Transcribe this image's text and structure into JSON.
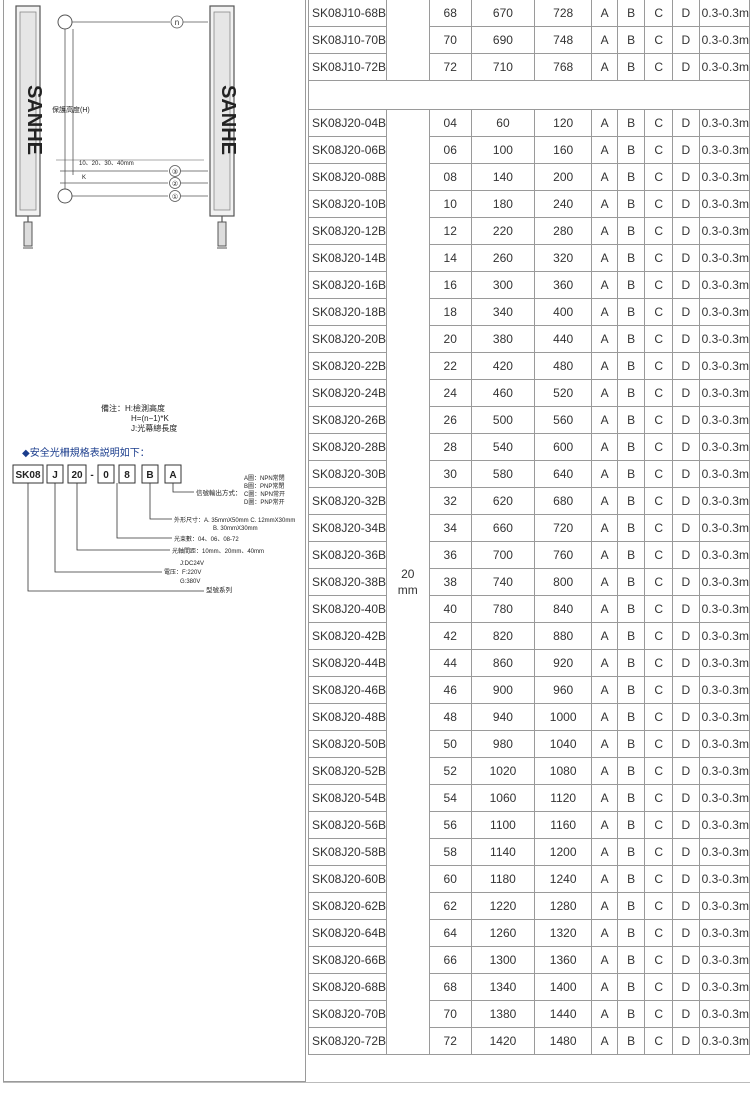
{
  "diagram": {
    "brand": "SANHE",
    "protect_height_label": "保護高度(H)",
    "spacing_label": "10、20、30、40mm",
    "k_label": "K",
    "n_label": "n",
    "beam_labels": [
      "③",
      "②",
      "①"
    ]
  },
  "note": {
    "lines": [
      "備注：H:檢測高度",
      "H=(n−1)*K",
      "J:光幕總長度"
    ]
  },
  "spec_explain": {
    "title": "◆安全光柵規格表説明如下：",
    "boxes": [
      "SK08",
      "J",
      "20",
      "-",
      "0",
      "8",
      "B",
      "A"
    ],
    "output_options": [
      "A圖：NPN常閉",
      "B圖：PNP常閉",
      "C圖：NPN常开",
      "D圖：PNP常开"
    ],
    "output_label": "信號輸出方式：",
    "size_label": "外形尺寸：A. 35mmX50mm  C. 12mmX30mm",
    "size_label_2": "B. 30mmX30mm",
    "beam_count_label": "光束數：04、06、08-72",
    "spacing_label": "光軸間距：10mm、20mm、40mm",
    "voltage_dc": "J:DC24V",
    "voltage_label": "電压：F:220V",
    "voltage_ac": "G:380V",
    "series_label": "型號系列"
  },
  "table": {
    "pitch_j20": "20 mm",
    "rows_j10": [
      {
        "model": "SK08J10-68B",
        "beams": "68",
        "height": "670",
        "length": "728",
        "a": "A",
        "b": "B",
        "c": "C",
        "d": "D",
        "v": "0.3-0.3m"
      },
      {
        "model": "SK08J10-70B",
        "beams": "70",
        "height": "690",
        "length": "748",
        "a": "A",
        "b": "B",
        "c": "C",
        "d": "D",
        "v": "0.3-0.3m"
      },
      {
        "model": "SK08J10-72B",
        "beams": "72",
        "height": "710",
        "length": "768",
        "a": "A",
        "b": "B",
        "c": "C",
        "d": "D",
        "v": "0.3-0.3m"
      }
    ],
    "rows_j20": [
      {
        "model": "SK08J20-04B",
        "beams": "04",
        "height": "60",
        "length": "120",
        "a": "A",
        "b": "B",
        "c": "C",
        "d": "D",
        "v": "0.3-0.3m"
      },
      {
        "model": "SK08J20-06B",
        "beams": "06",
        "height": "100",
        "length": "160",
        "a": "A",
        "b": "B",
        "c": "C",
        "d": "D",
        "v": "0.3-0.3m"
      },
      {
        "model": "SK08J20-08B",
        "beams": "08",
        "height": "140",
        "length": "200",
        "a": "A",
        "b": "B",
        "c": "C",
        "d": "D",
        "v": "0.3-0.3m"
      },
      {
        "model": "SK08J20-10B",
        "beams": "10",
        "height": "180",
        "length": "240",
        "a": "A",
        "b": "B",
        "c": "C",
        "d": "D",
        "v": "0.3-0.3m"
      },
      {
        "model": "SK08J20-12B",
        "beams": "12",
        "height": "220",
        "length": "280",
        "a": "A",
        "b": "B",
        "c": "C",
        "d": "D",
        "v": "0.3-0.3m"
      },
      {
        "model": "SK08J20-14B",
        "beams": "14",
        "height": "260",
        "length": "320",
        "a": "A",
        "b": "B",
        "c": "C",
        "d": "D",
        "v": "0.3-0.3m"
      },
      {
        "model": "SK08J20-16B",
        "beams": "16",
        "height": "300",
        "length": "360",
        "a": "A",
        "b": "B",
        "c": "C",
        "d": "D",
        "v": "0.3-0.3m"
      },
      {
        "model": "SK08J20-18B",
        "beams": "18",
        "height": "340",
        "length": "400",
        "a": "A",
        "b": "B",
        "c": "C",
        "d": "D",
        "v": "0.3-0.3m"
      },
      {
        "model": "SK08J20-20B",
        "beams": "20",
        "height": "380",
        "length": "440",
        "a": "A",
        "b": "B",
        "c": "C",
        "d": "D",
        "v": "0.3-0.3m"
      },
      {
        "model": "SK08J20-22B",
        "beams": "22",
        "height": "420",
        "length": "480",
        "a": "A",
        "b": "B",
        "c": "C",
        "d": "D",
        "v": "0.3-0.3m"
      },
      {
        "model": "SK08J20-24B",
        "beams": "24",
        "height": "460",
        "length": "520",
        "a": "A",
        "b": "B",
        "c": "C",
        "d": "D",
        "v": "0.3-0.3m"
      },
      {
        "model": "SK08J20-26B",
        "beams": "26",
        "height": "500",
        "length": "560",
        "a": "A",
        "b": "B",
        "c": "C",
        "d": "D",
        "v": "0.3-0.3m"
      },
      {
        "model": "SK08J20-28B",
        "beams": "28",
        "height": "540",
        "length": "600",
        "a": "A",
        "b": "B",
        "c": "C",
        "d": "D",
        "v": "0.3-0.3m"
      },
      {
        "model": "SK08J20-30B",
        "beams": "30",
        "height": "580",
        "length": "640",
        "a": "A",
        "b": "B",
        "c": "C",
        "d": "D",
        "v": "0.3-0.3m"
      },
      {
        "model": "SK08J20-32B",
        "beams": "32",
        "height": "620",
        "length": "680",
        "a": "A",
        "b": "B",
        "c": "C",
        "d": "D",
        "v": "0.3-0.3m"
      },
      {
        "model": "SK08J20-34B",
        "beams": "34",
        "height": "660",
        "length": "720",
        "a": "A",
        "b": "B",
        "c": "C",
        "d": "D",
        "v": "0.3-0.3m"
      },
      {
        "model": "SK08J20-36B",
        "beams": "36",
        "height": "700",
        "length": "760",
        "a": "A",
        "b": "B",
        "c": "C",
        "d": "D",
        "v": "0.3-0.3m"
      },
      {
        "model": "SK08J20-38B",
        "beams": "38",
        "height": "740",
        "length": "800",
        "a": "A",
        "b": "B",
        "c": "C",
        "d": "D",
        "v": "0.3-0.3m"
      },
      {
        "model": "SK08J20-40B",
        "beams": "40",
        "height": "780",
        "length": "840",
        "a": "A",
        "b": "B",
        "c": "C",
        "d": "D",
        "v": "0.3-0.3m"
      },
      {
        "model": "SK08J20-42B",
        "beams": "42",
        "height": "820",
        "length": "880",
        "a": "A",
        "b": "B",
        "c": "C",
        "d": "D",
        "v": "0.3-0.3m"
      },
      {
        "model": "SK08J20-44B",
        "beams": "44",
        "height": "860",
        "length": "920",
        "a": "A",
        "b": "B",
        "c": "C",
        "d": "D",
        "v": "0.3-0.3m"
      },
      {
        "model": "SK08J20-46B",
        "beams": "46",
        "height": "900",
        "length": "960",
        "a": "A",
        "b": "B",
        "c": "C",
        "d": "D",
        "v": "0.3-0.3m"
      },
      {
        "model": "SK08J20-48B",
        "beams": "48",
        "height": "940",
        "length": "1000",
        "a": "A",
        "b": "B",
        "c": "C",
        "d": "D",
        "v": "0.3-0.3m"
      },
      {
        "model": "SK08J20-50B",
        "beams": "50",
        "height": "980",
        "length": "1040",
        "a": "A",
        "b": "B",
        "c": "C",
        "d": "D",
        "v": "0.3-0.3m"
      },
      {
        "model": "SK08J20-52B",
        "beams": "52",
        "height": "1020",
        "length": "1080",
        "a": "A",
        "b": "B",
        "c": "C",
        "d": "D",
        "v": "0.3-0.3m"
      },
      {
        "model": "SK08J20-54B",
        "beams": "54",
        "height": "1060",
        "length": "1120",
        "a": "A",
        "b": "B",
        "c": "C",
        "d": "D",
        "v": "0.3-0.3m"
      },
      {
        "model": "SK08J20-56B",
        "beams": "56",
        "height": "1100",
        "length": "1160",
        "a": "A",
        "b": "B",
        "c": "C",
        "d": "D",
        "v": "0.3-0.3m"
      },
      {
        "model": "SK08J20-58B",
        "beams": "58",
        "height": "1140",
        "length": "1200",
        "a": "A",
        "b": "B",
        "c": "C",
        "d": "D",
        "v": "0.3-0.3m"
      },
      {
        "model": "SK08J20-60B",
        "beams": "60",
        "height": "1180",
        "length": "1240",
        "a": "A",
        "b": "B",
        "c": "C",
        "d": "D",
        "v": "0.3-0.3m"
      },
      {
        "model": "SK08J20-62B",
        "beams": "62",
        "height": "1220",
        "length": "1280",
        "a": "A",
        "b": "B",
        "c": "C",
        "d": "D",
        "v": "0.3-0.3m"
      },
      {
        "model": "SK08J20-64B",
        "beams": "64",
        "height": "1260",
        "length": "1320",
        "a": "A",
        "b": "B",
        "c": "C",
        "d": "D",
        "v": "0.3-0.3m"
      },
      {
        "model": "SK08J20-66B",
        "beams": "66",
        "height": "1300",
        "length": "1360",
        "a": "A",
        "b": "B",
        "c": "C",
        "d": "D",
        "v": "0.3-0.3m"
      },
      {
        "model": "SK08J20-68B",
        "beams": "68",
        "height": "1340",
        "length": "1400",
        "a": "A",
        "b": "B",
        "c": "C",
        "d": "D",
        "v": "0.3-0.3m"
      },
      {
        "model": "SK08J20-70B",
        "beams": "70",
        "height": "1380",
        "length": "1440",
        "a": "A",
        "b": "B",
        "c": "C",
        "d": "D",
        "v": "0.3-0.3m"
      },
      {
        "model": "SK08J20-72B",
        "beams": "72",
        "height": "1420",
        "length": "1480",
        "a": "A",
        "b": "B",
        "c": "C",
        "d": "D",
        "v": "0.3-0.3m"
      }
    ]
  }
}
